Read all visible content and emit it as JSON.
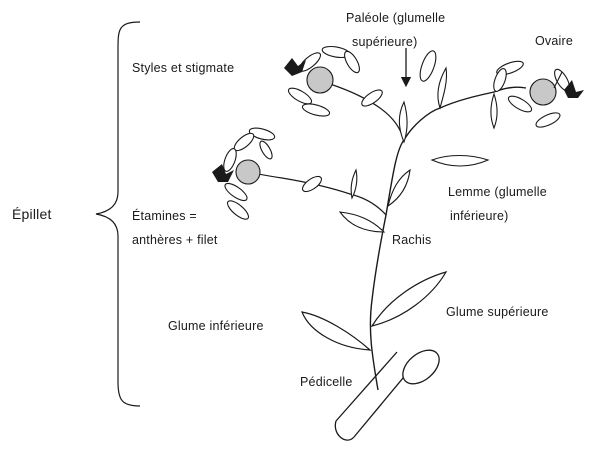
{
  "labels": {
    "epillet": "Épillet",
    "styles": "Styles et stigmate",
    "paleole_1": "Paléole (glumelle",
    "paleole_2": "supérieure)",
    "ovaire": "Ovaire",
    "etamines_1": "Étamines =",
    "etamines_2": "anthères + filet",
    "lemme_1": "Lemme (glumelle",
    "lemme_2": "inférieure)",
    "rachis": "Rachis",
    "glume_sup": "Glume supérieure",
    "glume_inf": "Glume inférieure",
    "pedicelle": "Pédicelle"
  },
  "colors": {
    "line": "#1a1a1a",
    "ovary_fill": "#c8c8c8",
    "background": "#ffffff"
  }
}
